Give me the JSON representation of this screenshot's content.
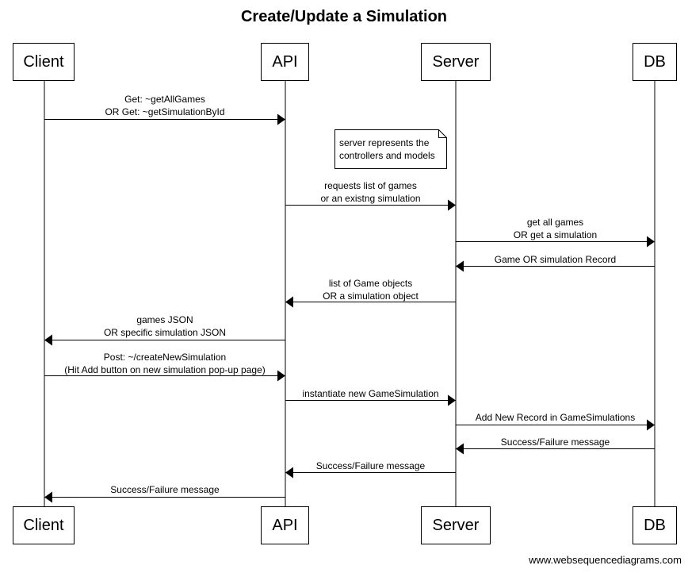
{
  "title": "Create/Update a Simulation",
  "participants": [
    "Client",
    "API",
    "Server",
    "DB"
  ],
  "note": "server represents the\ncontrollers and models",
  "messages": [
    {
      "from": "Client",
      "to": "API",
      "text": "Get: ~getAllGames\nOR Get: ~getSimulationById"
    },
    {
      "from": "API",
      "to": "Server",
      "text": "requests list of games\nor an existng simulation"
    },
    {
      "from": "Server",
      "to": "DB",
      "text": "get all games\nOR get a simulation"
    },
    {
      "from": "DB",
      "to": "Server",
      "text": "Game OR simulation Record"
    },
    {
      "from": "Server",
      "to": "API",
      "text": "list of Game objects\nOR a simulation object"
    },
    {
      "from": "API",
      "to": "Client",
      "text": "games JSON\nOR specific simulation JSON"
    },
    {
      "from": "Client",
      "to": "API",
      "text": "Post: ~/createNewSimulation\n(Hit Add button on new simulation pop-up page)"
    },
    {
      "from": "API",
      "to": "Server",
      "text": "instantiate new GameSimulation"
    },
    {
      "from": "Server",
      "to": "DB",
      "text": "Add New Record in GameSimulations"
    },
    {
      "from": "DB",
      "to": "Server",
      "text": "Success/Failure message"
    },
    {
      "from": "Server",
      "to": "API",
      "text": "Success/Failure message"
    },
    {
      "from": "API",
      "to": "Client",
      "text": "Success/Failure message"
    }
  ],
  "footer": "www.websequencediagrams.com"
}
